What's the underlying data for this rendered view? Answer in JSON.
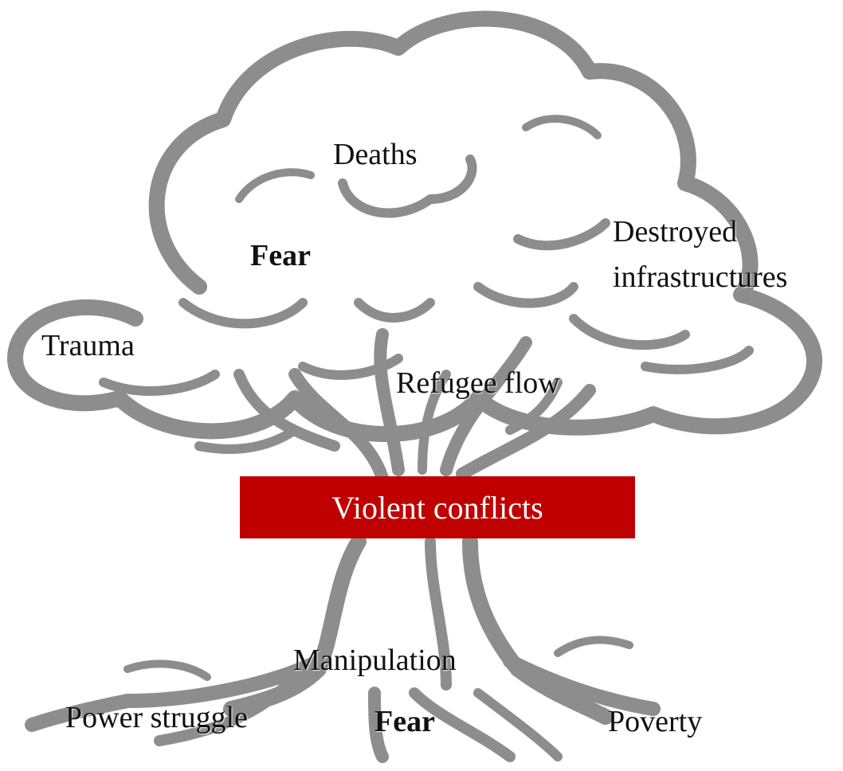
{
  "colors": {
    "tree": "#8d8d8d",
    "core": "#c00000",
    "text": "#111111",
    "core_text": "#ffffff"
  },
  "core": "Violent conflicts",
  "effects": {
    "deaths": "Deaths",
    "fear": "Fear",
    "destroyed_1": "Destroyed",
    "destroyed_2": "infrastructures",
    "trauma": "Trauma",
    "refugee": "Refugee flow"
  },
  "causes": {
    "manipulation": "Manipulation",
    "power": "Power struggle",
    "fear": "Fear",
    "poverty": "Poverty"
  }
}
